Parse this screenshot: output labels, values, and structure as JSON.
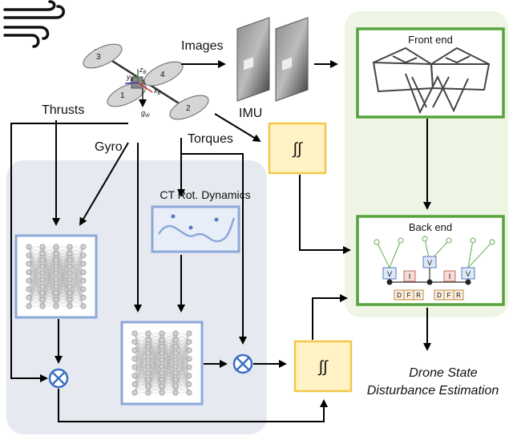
{
  "labels": {
    "images": "Images",
    "imu": "IMU",
    "thrusts": "Thrusts",
    "gyro": "Gyro",
    "torques": "Torques",
    "ct_dynamics": "CT Rot. Dynamics",
    "front_end": "Front end",
    "back_end": "Back end",
    "integral_top": "∫∫",
    "integral_bottom": "∫∫",
    "output_line1": "Drone State",
    "output_line2": "Disturbance Estimation"
  },
  "drone_axes": {
    "zb": "z",
    "zb_sub": "B",
    "yb": "y",
    "yb_sub": "B",
    "xb": "x",
    "xb_sub": "B",
    "gw": "g",
    "gw_sub": "W"
  },
  "rotor_numbers": [
    "1",
    "2",
    "3",
    "4"
  ],
  "factor_graph": {
    "v_nodes": [
      "V",
      "V",
      "V"
    ],
    "i_nodes": [
      "I",
      "I"
    ],
    "dfr_groups": [
      [
        "D",
        "F",
        "R"
      ],
      [
        "D",
        "F",
        "R"
      ]
    ]
  },
  "colors": {
    "green_panel": "#eef5e4",
    "green_border": "#56a33e",
    "gray_panel": "#e6e9ef",
    "blue_box": "#8ea8d8",
    "yellow_fill": "#fff2c4",
    "yellow_border": "#f2c84b",
    "otimes": "#3a6fc4"
  }
}
